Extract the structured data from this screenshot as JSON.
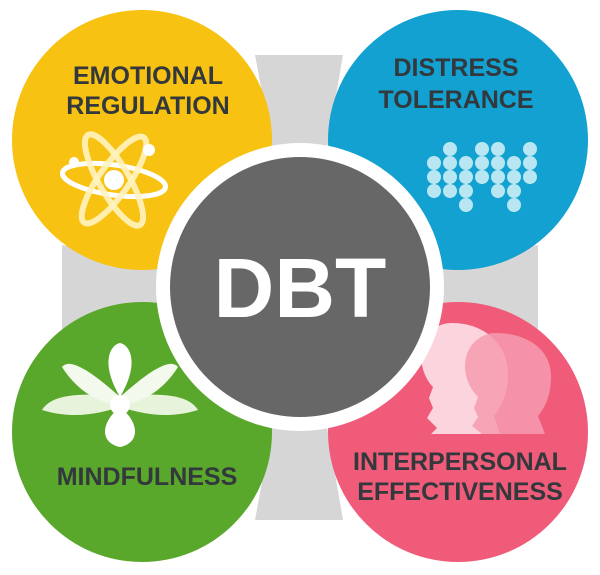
{
  "center": {
    "label": "DBT",
    "color": "#676767"
  },
  "quadrants": {
    "top_left": {
      "line1": "EMOTIONAL",
      "line2": "REGULATION",
      "color": "#f7c211",
      "icon": "atom-icon"
    },
    "top_right": {
      "line1": "DISTRESS",
      "line2": "TOLERANCE",
      "color": "#12a1d0",
      "icon": "wave-dots-icon"
    },
    "bottom_left": {
      "line1": "MINDFULNESS",
      "color": "#59a72b",
      "icon": "lotus-icon"
    },
    "bottom_right": {
      "line1": "INTERPERSONAL",
      "line2": "EFFECTIVENESS",
      "color": "#ef5b78",
      "icon": "two-heads-icon"
    }
  },
  "cross_color": "#d6d6d6",
  "text_color": "#33383c"
}
